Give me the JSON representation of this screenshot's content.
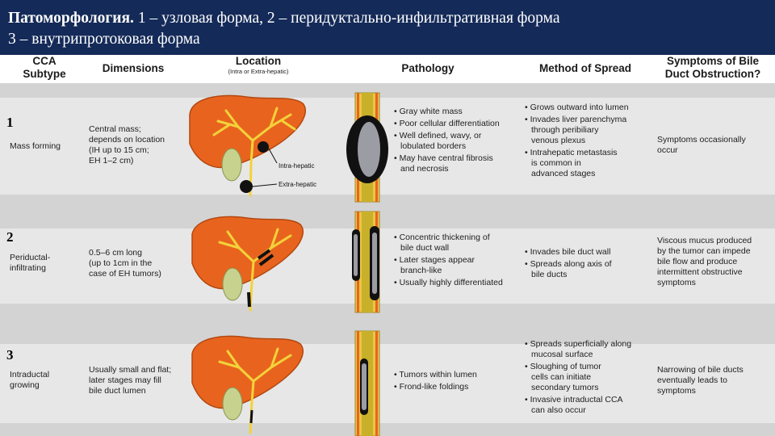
{
  "header": {
    "title_bold": "Патоморфология.",
    "line1_rest": " 1 – узловая форма, 2 – перидуктально-инфильтративная форма",
    "line2": "3 – внутрипротоковая форма"
  },
  "columns": {
    "subtype_l1": "CCA",
    "subtype_l2": "Subtype",
    "dimensions": "Dimensions",
    "location": "Location",
    "location_sub": "(Intra or Extra-hepatic)",
    "pathology": "Pathology",
    "spread": "Method of Spread",
    "symptoms_l1": "Symptoms of Bile",
    "symptoms_l2": "Duct Obstruction?"
  },
  "rows": [
    {
      "number": "1",
      "subtype": [
        "Mass forming"
      ],
      "dimensions": [
        "Central mass;",
        "depends on location",
        "(IH up to 15 cm;",
        "EH 1–2 cm)"
      ],
      "labels": {
        "intra": "Intra-hepatic",
        "extra": "Extra-hepatic"
      },
      "pathology": [
        [
          "Gray white mass"
        ],
        [
          "Poor cellular differentiation"
        ],
        [
          "Well defined, wavy, or",
          "lobulated borders"
        ],
        [
          "May have central fibrosis",
          "and necrosis"
        ]
      ],
      "spread": [
        [
          "Grows outward into lumen"
        ],
        [
          "Invades liver parenchyma",
          "through peribiliary",
          "venous plexus"
        ],
        [
          "Intrahepatic metastasis",
          "is common in",
          "advanced stages"
        ]
      ],
      "symptoms": [
        "Symptoms occasionally",
        "occur"
      ]
    },
    {
      "number": "2",
      "subtype": [
        "Periductal-",
        "infiltrating"
      ],
      "dimensions": [
        "0.5–6 cm long",
        "(up to 1cm in the",
        "case of EH tumors)"
      ],
      "pathology": [
        [
          "Concentric thickening of",
          "bile duct wall"
        ],
        [
          "Later stages appear",
          "branch-like"
        ],
        [
          "Usually highly differentiated"
        ]
      ],
      "spread": [
        [
          "Invades bile duct wall"
        ],
        [
          "Spreads along axis of",
          "bile ducts"
        ]
      ],
      "symptoms": [
        "Viscous mucus produced",
        "by the tumor can impede",
        "bile flow and produce",
        "intermittent obstructive",
        "symptoms"
      ]
    },
    {
      "number": "3",
      "subtype": [
        "Intraductal",
        "growing"
      ],
      "dimensions": [
        "Usually small and flat;",
        "later stages may fill",
        "bile duct lumen"
      ],
      "pathology": [
        [
          "Tumors within lumen"
        ],
        [
          "Frond-like foldings"
        ]
      ],
      "spread": [
        [
          "Spreads superficially along",
          "mucosal surface"
        ],
        [
          "Sloughing of tumor",
          "cells can initiate",
          "secondary tumors"
        ],
        [
          "Invasive intraductal CCA",
          "can also occur"
        ]
      ],
      "symptoms": [
        "Narrowing of bile ducts",
        "eventually leads to",
        "symptoms"
      ]
    }
  ],
  "colors": {
    "header_bg": "#142a58",
    "liver": "#e8641e",
    "bile_tree": "#f3d23a",
    "gallbladder": "#c7d28e",
    "duct_wall": "#e9c545",
    "duct_lumen": "#c8b02a",
    "tumor_dark": "#111111",
    "tumor_gray": "#9c9ca4"
  }
}
